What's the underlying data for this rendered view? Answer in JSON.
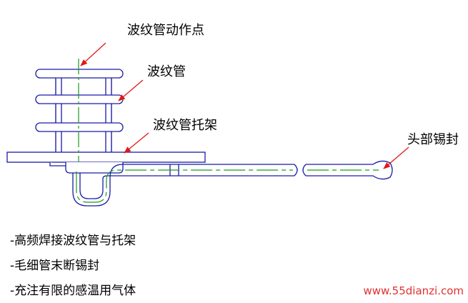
{
  "labels": {
    "action_point": "波纹管动作点",
    "bellows": "波纹管",
    "bracket": "波纹管托架",
    "head_seal": "头部锡封"
  },
  "notes": [
    "-高频焊接波纹管与托架",
    "-毛细管末断锡封",
    "-充注有限的感温用气体"
  ],
  "watermark": "www.55dianzi.com",
  "colors": {
    "outline": "#1a1aa8",
    "centerline": "#1a9a1a",
    "arrow": "#e01818",
    "watermark": "#e03030"
  }
}
